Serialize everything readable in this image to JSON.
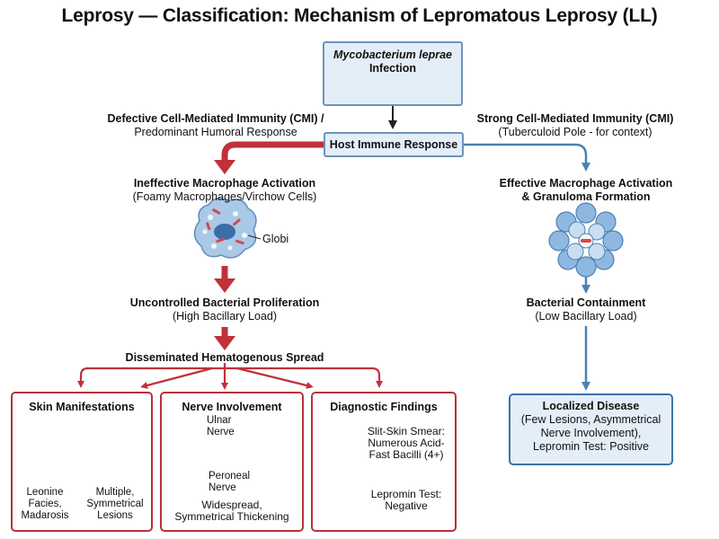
{
  "title": "Leprosy — Classification: Mechanism of Lepromatous Leprosy (LL)",
  "infection": {
    "organism": "Mycobacterium leprae",
    "label": "Infection"
  },
  "host_response": "Host Immune Response",
  "left_branch": {
    "line1": "Defective Cell-Mediated Immunity (CMI) /",
    "line2": "Predominant Humoral Response"
  },
  "right_branch": {
    "line1": "Strong Cell-Mediated Immunity (CMI)",
    "line2": "(Tuberculoid Pole - for context)"
  },
  "ll_steps": {
    "macrophage_title": "Ineffective Macrophage Activation",
    "macrophage_sub": "(Foamy Macrophages/Virchow Cells)",
    "globi": "Globi",
    "proliferation_title": "Uncontrolled Bacterial Proliferation",
    "proliferation_sub": "(High Bacillary Load)",
    "spread": "Disseminated Hematogenous Spread"
  },
  "tt_steps": {
    "macrophage_line1": "Effective Macrophage Activation",
    "macrophage_line2": "& Granuloma Formation",
    "containment_title": "Bacterial Containment",
    "containment_sub": "(Low Bacillary Load)",
    "localized_title": "Localized Disease",
    "localized_line1": "(Few Lesions, Asymmetrical",
    "localized_line2": "Nerve Involvement),",
    "localized_line3": "Lepromin Test: Positive"
  },
  "panels": {
    "skin": {
      "title": "Skin Manifestations",
      "face_line1": "Leonine",
      "face_line2": "Facies,",
      "face_line3": "Madarosis",
      "lesion_line1": "Multiple,",
      "lesion_line2": "Symmetrical",
      "lesion_line3": "Lesions"
    },
    "nerve": {
      "title": "Nerve Involvement",
      "ulnar_line1": "Ulnar",
      "ulnar_line2": "Nerve",
      "peroneal_line1": "Peroneal",
      "peroneal_line2": "Nerve",
      "caption_line1": "Widespread,",
      "caption_line2": "Symmetrical Thickening"
    },
    "diagnostic": {
      "title": "Diagnostic Findings",
      "smear_line1": "Slit-Skin Smear:",
      "smear_line2": "Numerous Acid-",
      "smear_line3": "Fast Bacilli (4+)",
      "lepromin_line1": "Lepromin Test:",
      "lepromin_line2": "Negative"
    }
  },
  "colors": {
    "red_path": "#c0313a",
    "blue_path": "#4a82b6",
    "box_fill": "#e4eef8",
    "box_border": "#6d93bd",
    "panel_border": "#b7323a",
    "bacillus": "#d24a4a"
  },
  "icons": {
    "infection": "bacilli-icon",
    "foamy_macrophage": "foamy-macrophage-icon",
    "granuloma": "granuloma-icon",
    "face": "leonine-face-icon",
    "torso": "torso-lesions-icon",
    "arm": "ulnar-arm-icon",
    "leg": "peroneal-leg-icon",
    "smear": "slit-skin-smear-icon",
    "lepromin_arm": "lepromin-test-arm-icon"
  }
}
